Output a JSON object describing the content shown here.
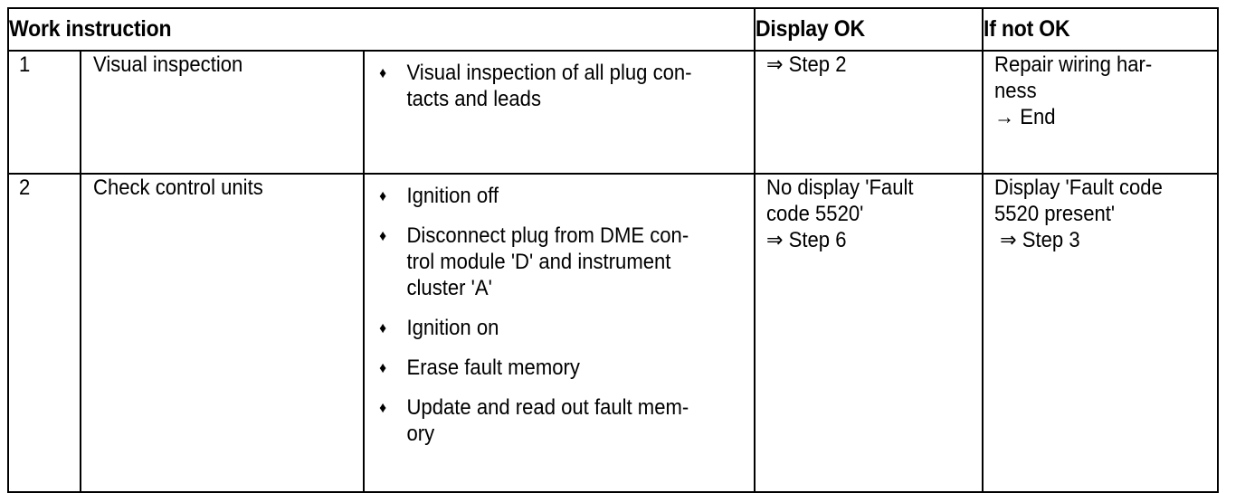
{
  "document": {
    "type": "work-instruction-table",
    "bullet_glyph": "♦",
    "arrow_double": "⇒",
    "arrow_single": "→",
    "colors": {
      "text": "#000000",
      "border": "#000000",
      "background": "#ffffff"
    }
  },
  "table": {
    "headers": {
      "work_instruction": "Work instruction",
      "display_ok": "Display OK",
      "if_not_ok": "If not OK"
    },
    "rows": [
      {
        "step": "1",
        "task": "Visual inspection",
        "details": [
          {
            "lines": [
              "Visual inspection of all plug con-",
              "tacts and leads"
            ]
          }
        ],
        "display_ok_lines": [
          "⇒ Step 2"
        ],
        "if_not_ok_lines": [
          "Repair wiring har-",
          "ness",
          "→ End"
        ]
      },
      {
        "step": "2",
        "task": "Check control units",
        "details": [
          {
            "lines": [
              "Ignition off"
            ]
          },
          {
            "lines": [
              "Disconnect plug from DME con-",
              "trol module 'D' and instrument",
              "cluster 'A'"
            ]
          },
          {
            "lines": [
              "Ignition on"
            ]
          },
          {
            "lines": [
              "Erase fault memory"
            ]
          },
          {
            "lines": [
              "Update and read out fault mem-",
              "ory"
            ]
          }
        ],
        "display_ok_lines": [
          "No display 'Fault",
          "code 5520'",
          "⇒ Step 6"
        ],
        "if_not_ok_lines": [
          "Display 'Fault code",
          "5520 present'",
          " ⇒ Step 3"
        ]
      }
    ]
  }
}
